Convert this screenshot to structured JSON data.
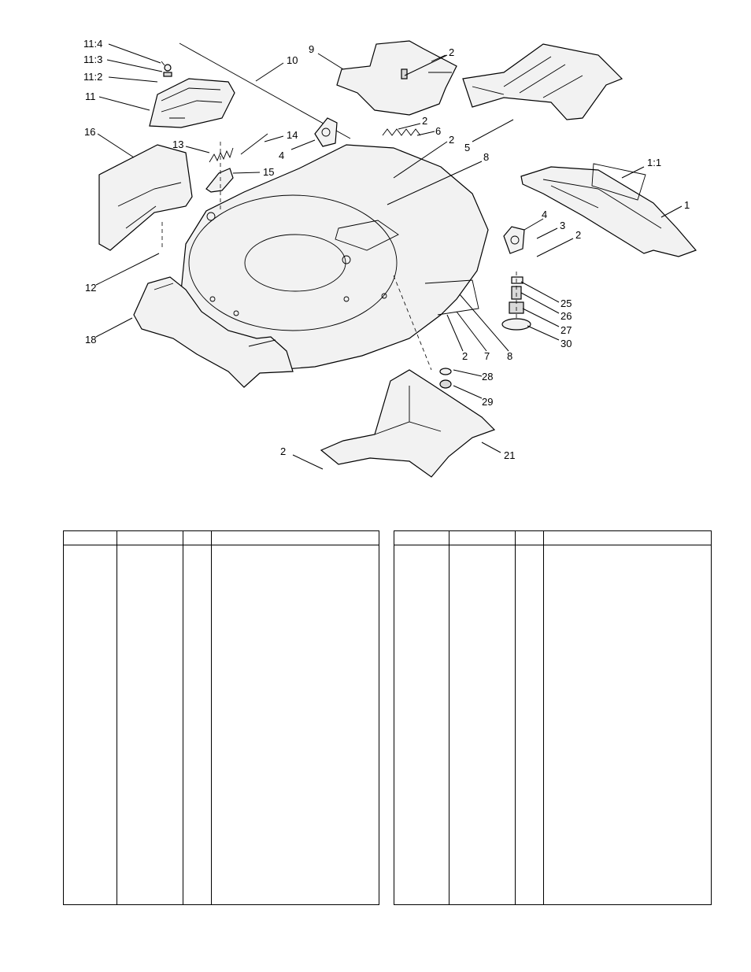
{
  "diagram": {
    "callouts": [
      "11:4",
      "11:3",
      "11:2",
      "11",
      "10",
      "9",
      "2",
      "2",
      "6",
      "2",
      "5",
      "16",
      "13",
      "14",
      "4",
      "15",
      "8",
      "1:1",
      "1",
      "4",
      "3",
      "2",
      "12",
      "18",
      "25",
      "26",
      "27",
      "30",
      "2",
      "7",
      "8",
      "28",
      "29",
      "2",
      "21"
    ]
  },
  "tables": {
    "left": {
      "headers": [
        "",
        "",
        "",
        ""
      ]
    },
    "right": {
      "headers": [
        "",
        "",
        "",
        ""
      ]
    }
  }
}
